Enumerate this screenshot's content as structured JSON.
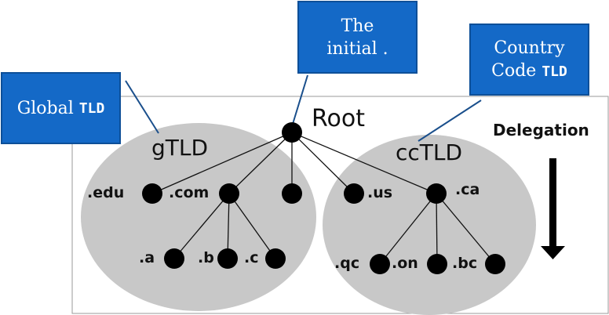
{
  "callouts": {
    "initial": [
      "The",
      "initial ."
    ],
    "global": {
      "text": "Global",
      "abbr": "TLD"
    },
    "country": {
      "line1": "Country",
      "text": "Code",
      "abbr": "TLD"
    }
  },
  "tree": {
    "root": "Root",
    "gtld_group": "gTLD",
    "cctld_group": "ccTLD",
    "delegation": "Delegation",
    "edu": ".edu",
    "com": ".com",
    "us": ".us",
    "ca": ".ca",
    "a": ".a",
    "b": ".b",
    "c": ".c",
    "qc": ".qc",
    "on": ".on",
    "bc": ".bc"
  },
  "colors": {
    "callout_fill": "#1469c7",
    "group_fill": "#c8c8c8",
    "node": "#000000"
  }
}
